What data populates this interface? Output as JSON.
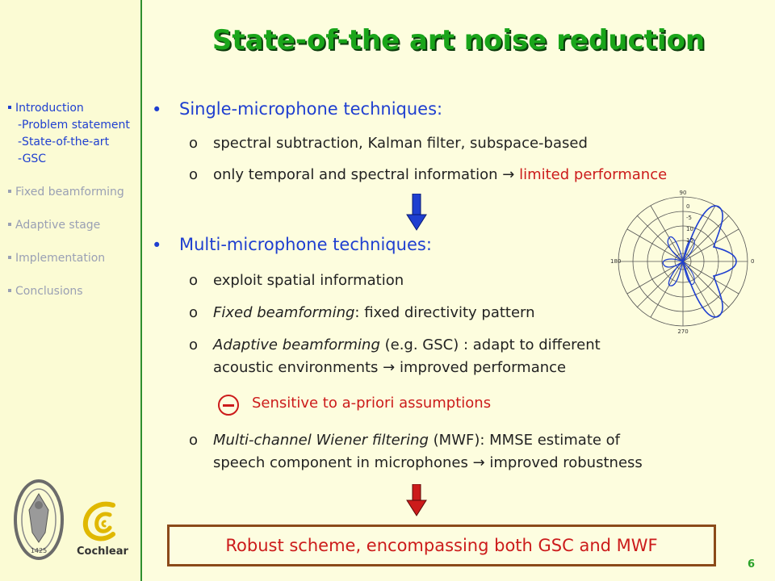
{
  "title": "State-of-the art noise reduction",
  "nav": {
    "items": [
      {
        "label": "Introduction",
        "active": true,
        "children": [
          "-Problem statement",
          "-State-of-the-art",
          "-GSC"
        ]
      },
      {
        "label": "Fixed beamforming",
        "active": false
      },
      {
        "label": "Adaptive stage",
        "active": false
      },
      {
        "label": "Implementation",
        "active": false
      },
      {
        "label": "Conclusions",
        "active": false
      }
    ]
  },
  "single": {
    "heading": "Single-microphone techniques:",
    "item1": "spectral subtraction, Kalman filter, subspace-based",
    "item2_prefix": "only temporal and spectral information",
    "item2_arrow": "→",
    "item2_result": "limited performance"
  },
  "multi": {
    "heading": "Multi-microphone techniques:",
    "item1": "exploit spatial information",
    "item2_italic": "Fixed beamforming",
    "item2_rest": ": fixed directivity pattern",
    "item3_italic": "Adaptive beamforming",
    "item3_rest": " (e.g. GSC) : adapt to different",
    "item3_line2_prefix": "acoustic environments",
    "item3_line2_arrow": "→",
    "item3_line2_result": "improved performance",
    "sensitive": "Sensitive to a-priori assumptions",
    "item4_italic": "Multi-channel Wiener filtering",
    "item4_rest": " (MWF): MMSE estimate of",
    "item4_line2_prefix": "speech component in microphones",
    "item4_line2_arrow": "→",
    "item4_line2_result": "improved robustness"
  },
  "bullet_marker": "•",
  "sub_marker": "o",
  "conclusion": "Robust scheme, encompassing both GSC and MWF",
  "page_number": "6",
  "polar": {
    "labels": {
      "top": "90",
      "left": "180",
      "right": "0",
      "bottom": "270"
    },
    "radial_labels": [
      "0",
      "-5",
      "10",
      "15"
    ]
  },
  "logos": {
    "seal_year": "1425",
    "cochlear_text": "Cochlear"
  },
  "colors": {
    "title_green": "#1aa51a",
    "accent_blue": "#1f3fd0",
    "emphasis_red": "#cc1b1b",
    "box_border": "#8b4a1a"
  }
}
